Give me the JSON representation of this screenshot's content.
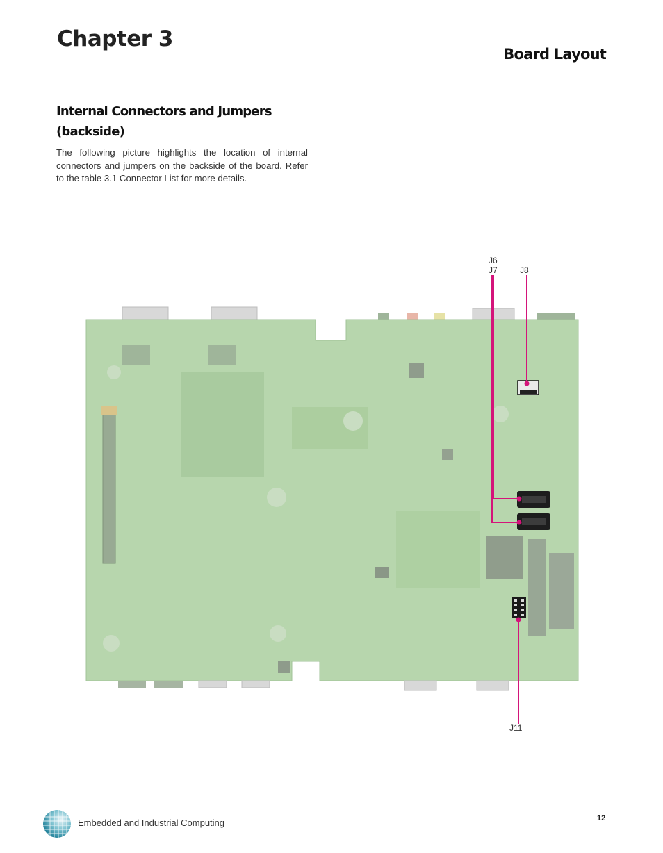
{
  "header": {
    "chapter": "Chapter 3",
    "section": "Board Layout"
  },
  "content": {
    "subheading_line1": "Internal Connectors and Jumpers",
    "subheading_line2": "(backside)",
    "paragraph": "The following picture highlights the location of internal connectors and jumpers on the backside of the board. Refer to the table 3.1 Connector List for more details."
  },
  "figure": {
    "labels": {
      "j6": "J6",
      "j7": "J7",
      "j8": "J8",
      "j11": "J11"
    },
    "colors": {
      "board": "#b7d6ad",
      "callout": "#d4147a"
    }
  },
  "footer": {
    "company": "Embedded and Industrial Computing",
    "page_number": "12"
  }
}
